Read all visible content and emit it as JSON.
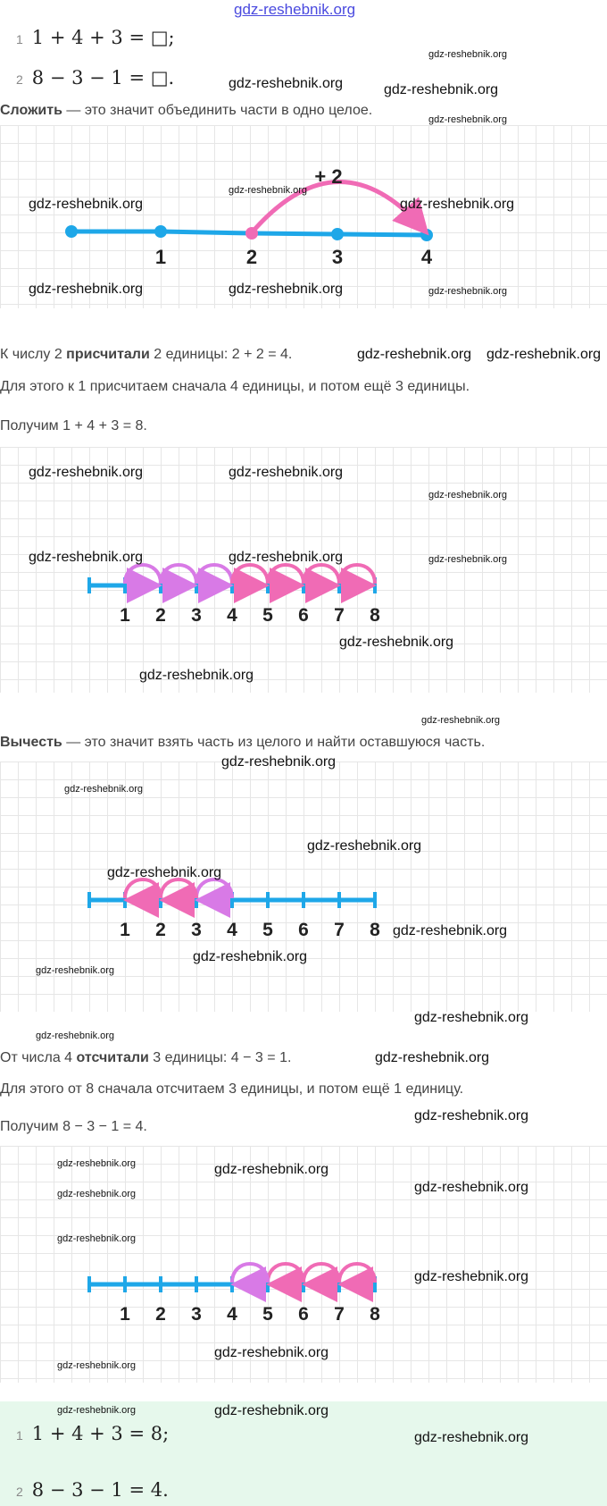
{
  "task": {
    "items": [
      {
        "n": "1",
        "expr": "1 + 4 + 3 = □;"
      },
      {
        "n": "2",
        "expr": "8 − 3 − 1 = □."
      }
    ]
  },
  "add_def": {
    "term": "Сложить",
    "rest": " — это значит объединить части в одно целое."
  },
  "diagram1": {
    "jump_label": "+ 2",
    "labels": [
      "1",
      "2",
      "3",
      "4"
    ]
  },
  "add_expl": {
    "l1a": "К числу ",
    "l1b": "2",
    "l1c": " присчитали ",
    "l1d": "2 единицы: 2 + 2 = 4.",
    "l2": "Для этого к 1 присчитаем сначала 4 единицы, и потом ещё 3 единицы.",
    "l3": "Получим 1 + 4 + 3 = 8."
  },
  "diagram2": {
    "labels": [
      "1",
      "2",
      "3",
      "4",
      "5",
      "6",
      "7",
      "8"
    ]
  },
  "sub_def": {
    "term": "Вычесть",
    "rest": " — это значит взять часть из целого и найти оставшуюся часть."
  },
  "diagram3": {
    "labels": [
      "1",
      "2",
      "3",
      "4",
      "5",
      "6",
      "7",
      "8"
    ]
  },
  "sub_expl": {
    "l1a": "От числа 4 ",
    "l1b": "отсчитали",
    "l1c": " 3 единицы: 4 − 3 = 1.",
    "l2": "Для этого от 8 сначала отсчитаем 3 единицы, и потом ещё 1 единицу.",
    "l3": "Получим 8 − 3 − 1 = 4."
  },
  "diagram4": {
    "labels": [
      "1",
      "2",
      "3",
      "4",
      "5",
      "6",
      "7",
      "8"
    ]
  },
  "answer": {
    "items": [
      {
        "n": "1",
        "expr": "1 + 4 + 3 = 8;"
      },
      {
        "n": "2",
        "expr": "8 − 3 − 1 = 4."
      }
    ]
  },
  "colors": {
    "blue": "#1ea7e8",
    "pink": "#f06bb5",
    "violet": "#d87ae6",
    "answer_bg": "#e6f8ec"
  },
  "watermark": "gdz-reshebnik.org"
}
